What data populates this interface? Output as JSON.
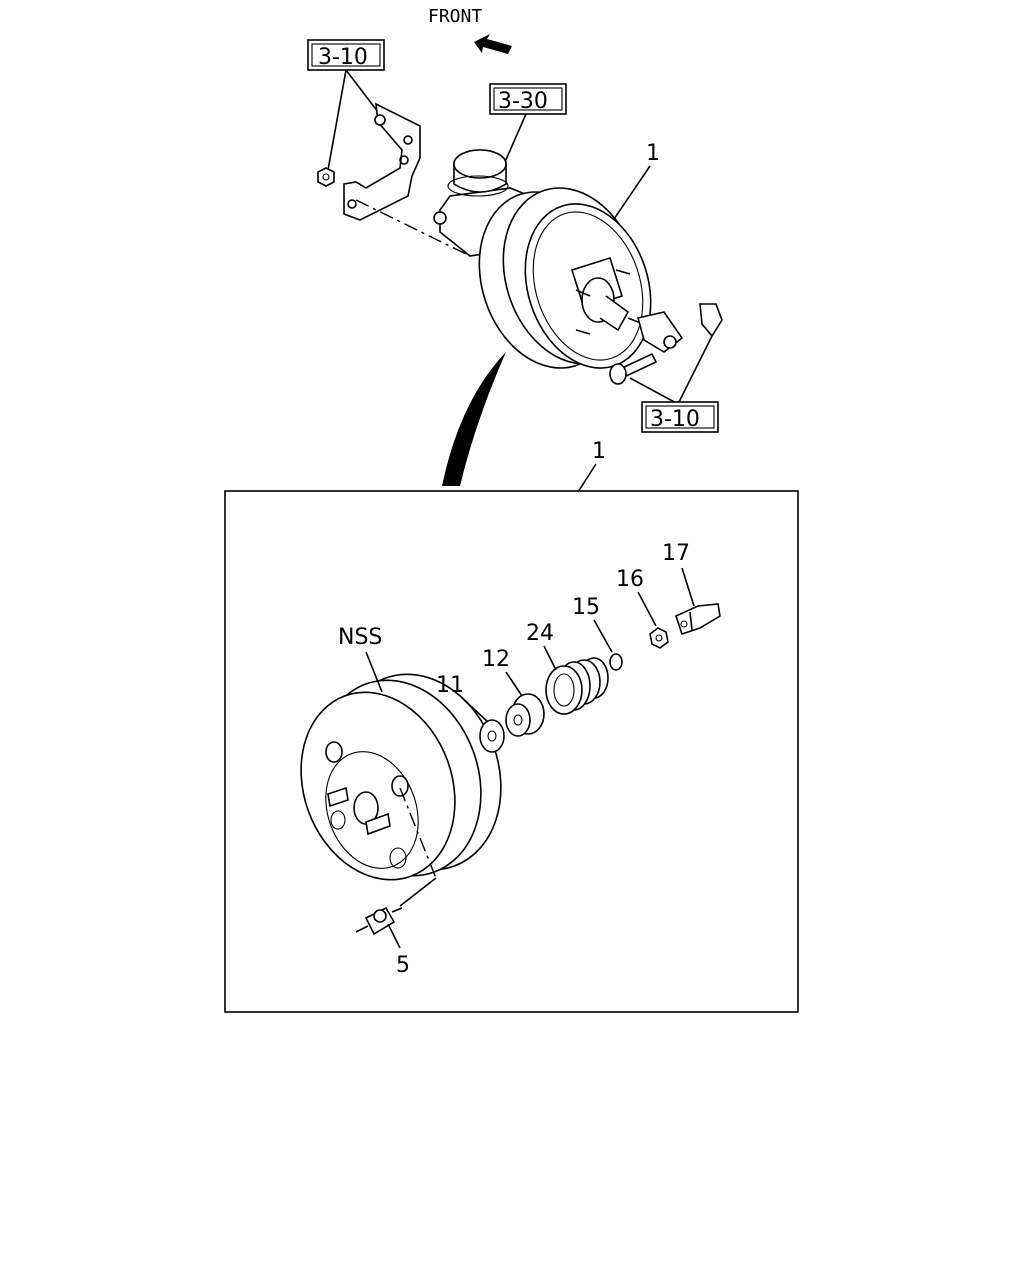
{
  "front_label": "FRONT",
  "refs": {
    "ref_top_left": "3-10",
    "ref_master_cyl": "3-30",
    "ref_bottom_right": "3-10"
  },
  "callouts": {
    "assembly_top": "1",
    "assembly_detail": "1",
    "nss": "NSS",
    "p5": "5",
    "p11": "11",
    "p12": "12",
    "p15": "15",
    "p16": "16",
    "p17": "17",
    "p24": "24"
  }
}
